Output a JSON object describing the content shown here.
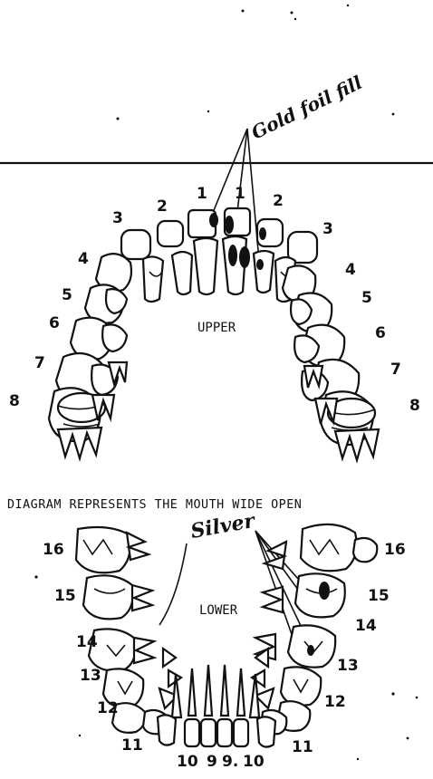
{
  "annotations": {
    "gold_foil": "Gold foil fill",
    "silver": "Silver"
  },
  "labels": {
    "upper": "UPPER",
    "lower": "LOWER",
    "caption": "DIAGRAM REPRESENTS THE MOUTH WIDE OPEN"
  },
  "upper_numbers_left": [
    "1",
    "2",
    "3",
    "4",
    "5",
    "6",
    "7",
    "8"
  ],
  "upper_numbers_right": [
    "1",
    "2",
    "3",
    "4",
    "5",
    "6",
    "7",
    "8"
  ],
  "lower_numbers_left": [
    "16",
    "15",
    "14",
    "13",
    "12",
    "11",
    "10",
    "9"
  ],
  "lower_numbers_right": [
    "16",
    "15",
    "14",
    "13",
    "12",
    "11",
    "10",
    "9"
  ],
  "colors": {
    "ink": "#111111",
    "paper": "#ffffff"
  }
}
